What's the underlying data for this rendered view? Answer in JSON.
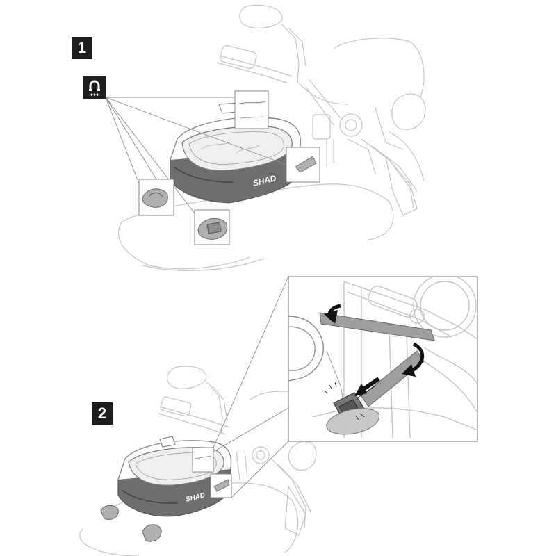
{
  "steps": [
    {
      "number": "1"
    },
    {
      "number": "2"
    }
  ],
  "icons": {
    "magnet": "magnet-icon",
    "arrows": "curved-arrow-icon"
  },
  "brand_label": "SHAD",
  "colors": {
    "badge": "#1e1e1e",
    "line": "#bdbdbd",
    "bag_dark": "#6e6e6e",
    "strap": "#9e9e9e",
    "base_pad": "#b0b0b0"
  }
}
